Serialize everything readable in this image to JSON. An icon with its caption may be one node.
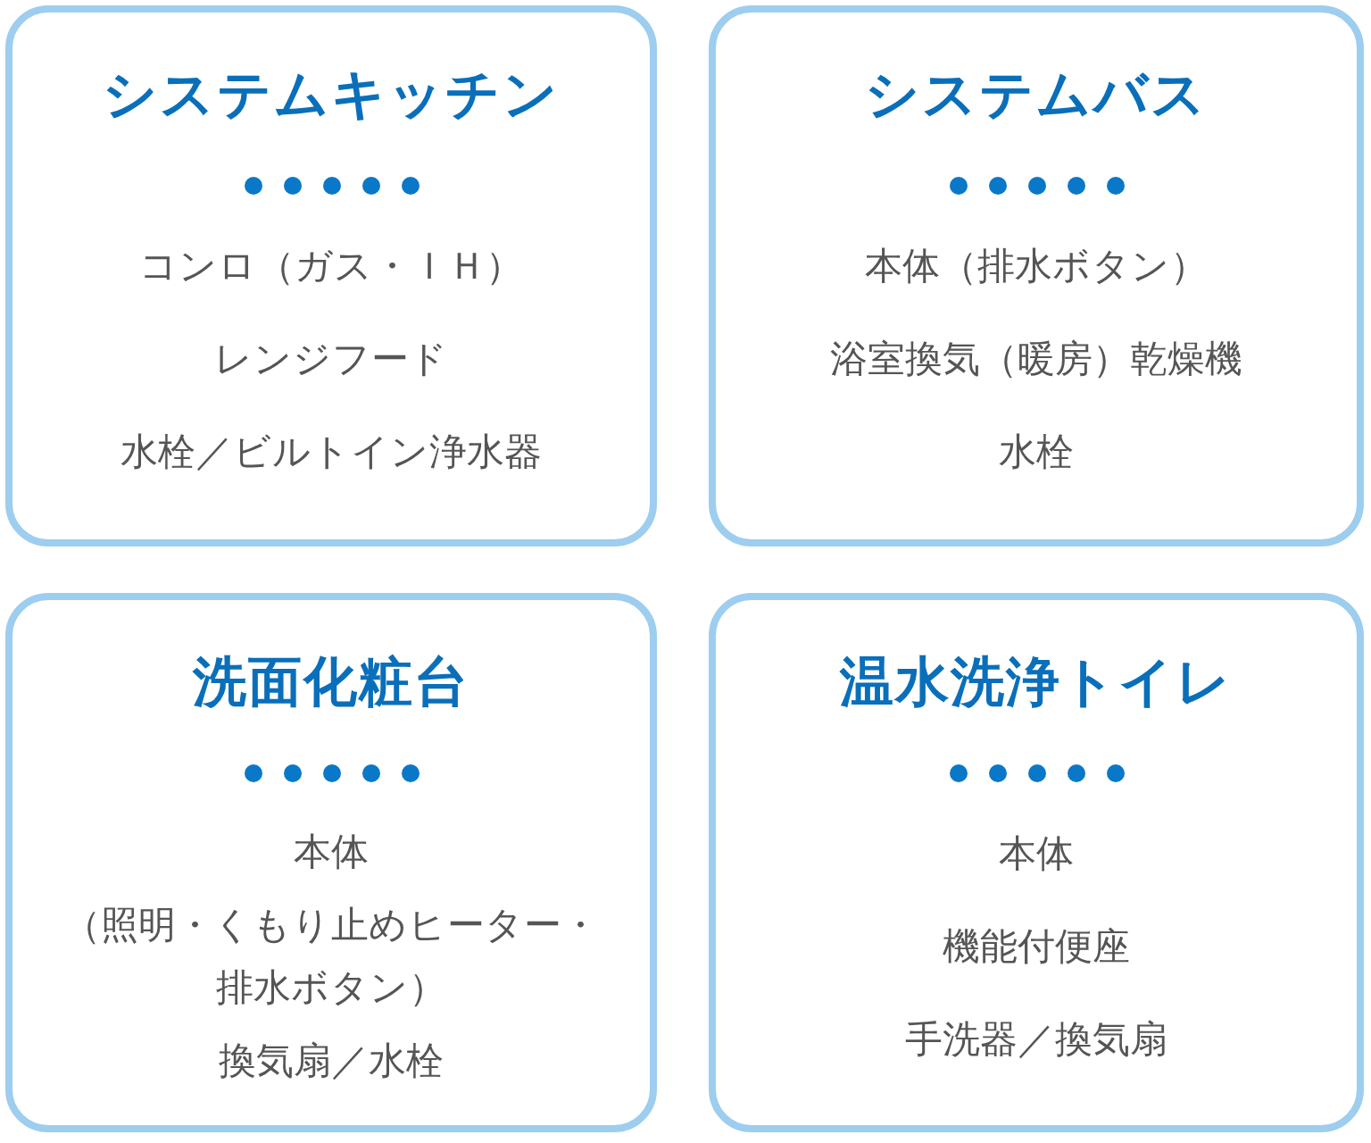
{
  "diagram": {
    "nodes": [
      {
        "text": [
          "システムキッチン",
          "コンロ（ガス・ＩＨ）",
          "レンジフード",
          "水栓／ビルトイン浄水器"
        ]
      },
      {
        "text": [
          "システムバス",
          "本体（排水ボタン）",
          "浴室換気（暖房）乾燥機",
          "水栓"
        ]
      },
      {
        "text": [
          "洗面化粧台",
          "本体",
          "（照明・くもり止めヒーター・排水ボタン）",
          "換気扇／水栓"
        ]
      },
      {
        "text": [
          "温水洗浄トイレ",
          "本体",
          "機能付便座",
          "手洗器／換気扇"
        ]
      }
    ]
  }
}
